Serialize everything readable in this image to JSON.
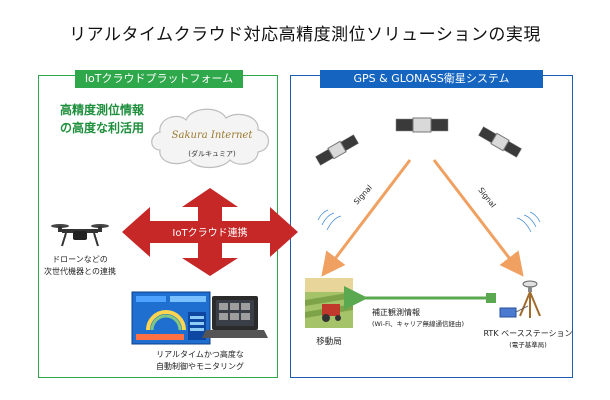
{
  "title": "リアルタイムクラウド対応高精度測位ソリューションの実現",
  "left_panel": {
    "header": "IoTクラウドプラットフォーム",
    "tagline_1": "高精度測位情報",
    "tagline_2": "の高度な利活用",
    "cloud_logo_text": "Sakura Internet",
    "cloud_caption": "(ダルキュミア)",
    "drone_caption_1": "ドローンなどの",
    "drone_caption_2": "次世代機器との連携",
    "monitor_caption_1": "リアルタイムかつ高度な",
    "monitor_caption_2": "自動制御やモニタリング"
  },
  "center": {
    "arrow_label": "IoTクラウド連携"
  },
  "right_panel": {
    "header": "GPS & GLONASS衛星システム",
    "signal_left": "Signal",
    "signal_right": "Signal",
    "mobile_label": "移動局",
    "link_label_1": "補正観測情報",
    "link_label_2": "(Wi-Fi、キャリア無線通信経由)",
    "base_label_1": "RTK ベースステーション",
    "base_label_2": "(電子基準局)"
  },
  "colors": {
    "green": "#2ea84a",
    "blue": "#1565c0",
    "red_arrow": "#c62828",
    "orange_signal": "#f0a060",
    "link_green": "#5aa84f"
  }
}
